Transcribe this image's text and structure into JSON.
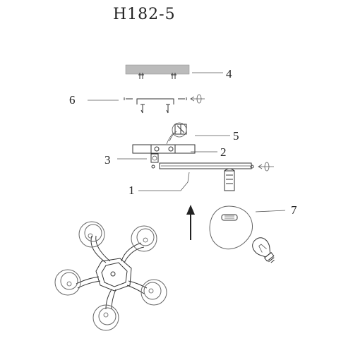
{
  "title": "H182-5",
  "labels": {
    "l1": "1",
    "l2": "2",
    "l3": "3",
    "l4": "4",
    "l5": "5",
    "l6": "6",
    "l7": "7"
  }
}
